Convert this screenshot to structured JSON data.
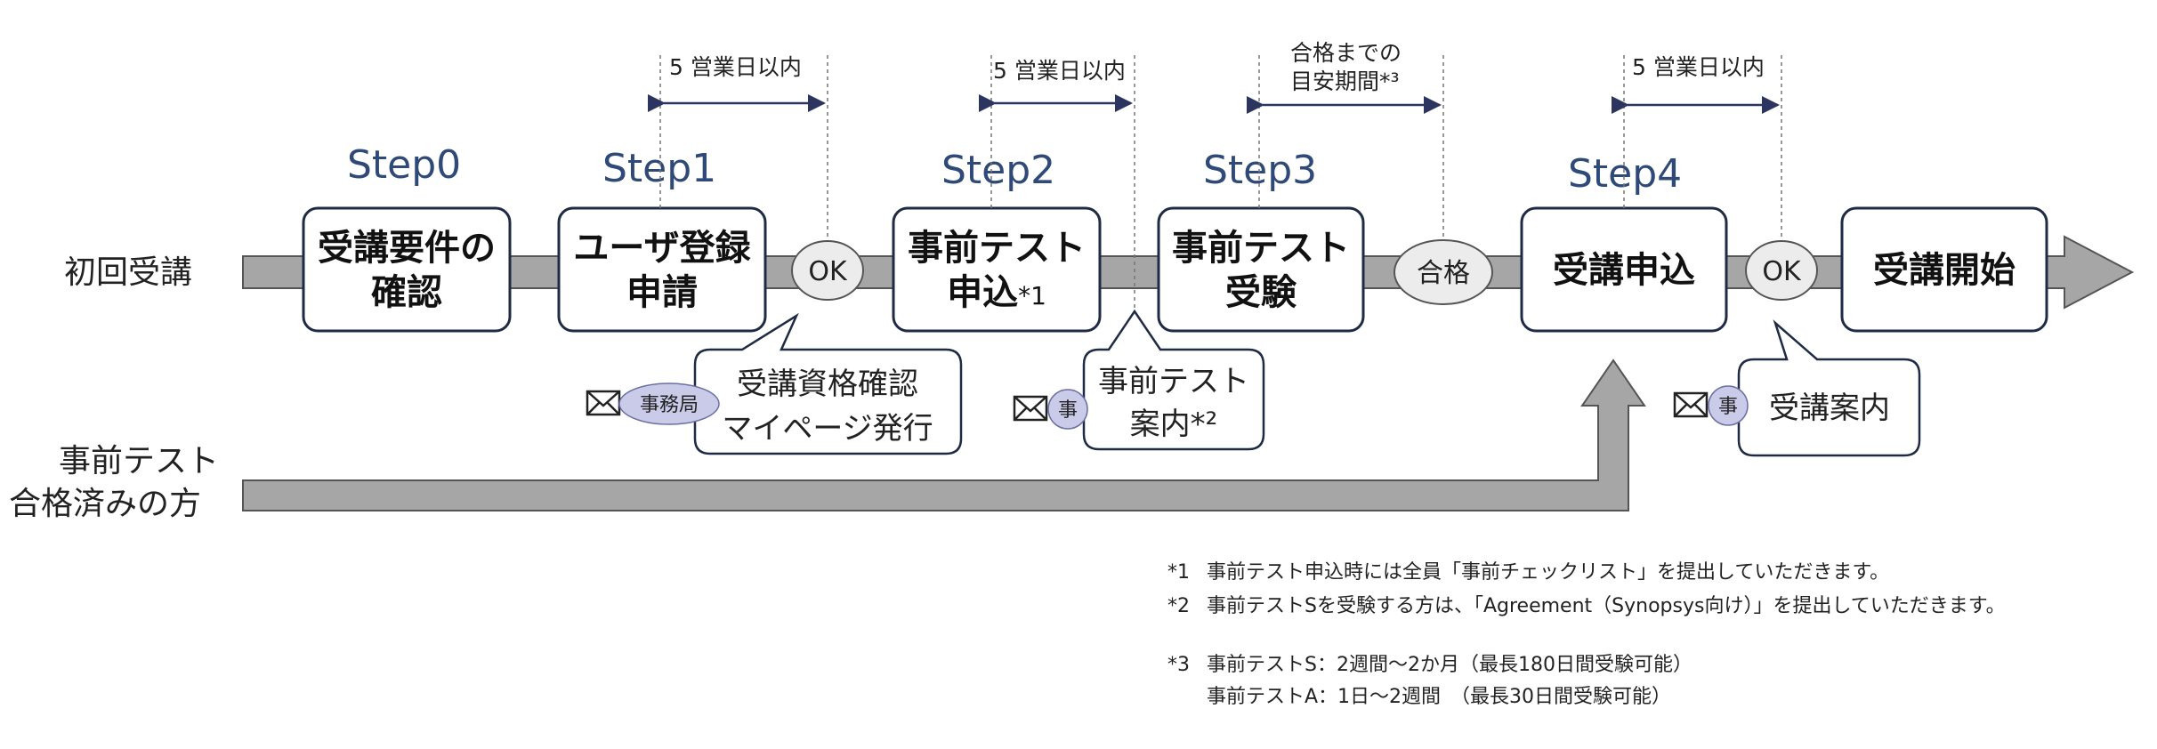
{
  "rows": {
    "first_time": "初回受講",
    "passed_line1": "事前テスト",
    "passed_line2": "合格済みの方"
  },
  "steps": {
    "step0": "Step0",
    "step1": "Step1",
    "step2": "Step2",
    "step3": "Step3",
    "step4": "Step4"
  },
  "boxes": {
    "confirm_line1": "受講要件の",
    "confirm_line2": "確認",
    "register_line1": "ユーザ登録",
    "register_line2": "申請",
    "pretest_apply_line1": "事前テスト",
    "pretest_apply_line2": "申込",
    "pretest_apply_mark": "*1",
    "pretest_take_line1": "事前テスト",
    "pretest_take_line2": "受験",
    "course_apply": "受講申込",
    "course_start": "受講開始"
  },
  "ovals": {
    "ok1": "OK",
    "pass": "合格",
    "ok2": "OK"
  },
  "intervals": {
    "i1": "5 営業日以内",
    "i2": "5 営業日以内",
    "i3_line1": "合格までの",
    "i3_line2": "目安期間*³",
    "i4": "5 営業日以内"
  },
  "callouts": {
    "c1_line1": "受講資格確認",
    "c1_line2": "マイページ発行",
    "c2_line1": "事前テスト",
    "c2_line2": "案内*²",
    "c3": "受講案内"
  },
  "senders": {
    "office": "事務局",
    "office_short1": "事",
    "office_short2": "事"
  },
  "notes": {
    "n1_mark": "*1",
    "n1": "事前テスト申込時には全員「事前チェックリスト」を提出していただきます。",
    "n2_mark": "*2",
    "n2": "事前テストSを受験する方は、「Agreement（Synopsys向け）」を提出していただきます。",
    "n3_mark": "*3",
    "n3_line1": "事前テストS：2週間～2か月（最長180日間受験可能）",
    "n3_line2": "事前テストA：1日～2週間　（最長30日間受験可能）"
  },
  "colors": {
    "flow_fill": "#a6a6a6",
    "box_stroke": "#1f2a44",
    "step_text": "#2f4a78",
    "sender_badge": "#c9cbe8",
    "dimension_line": "#2b3560"
  }
}
